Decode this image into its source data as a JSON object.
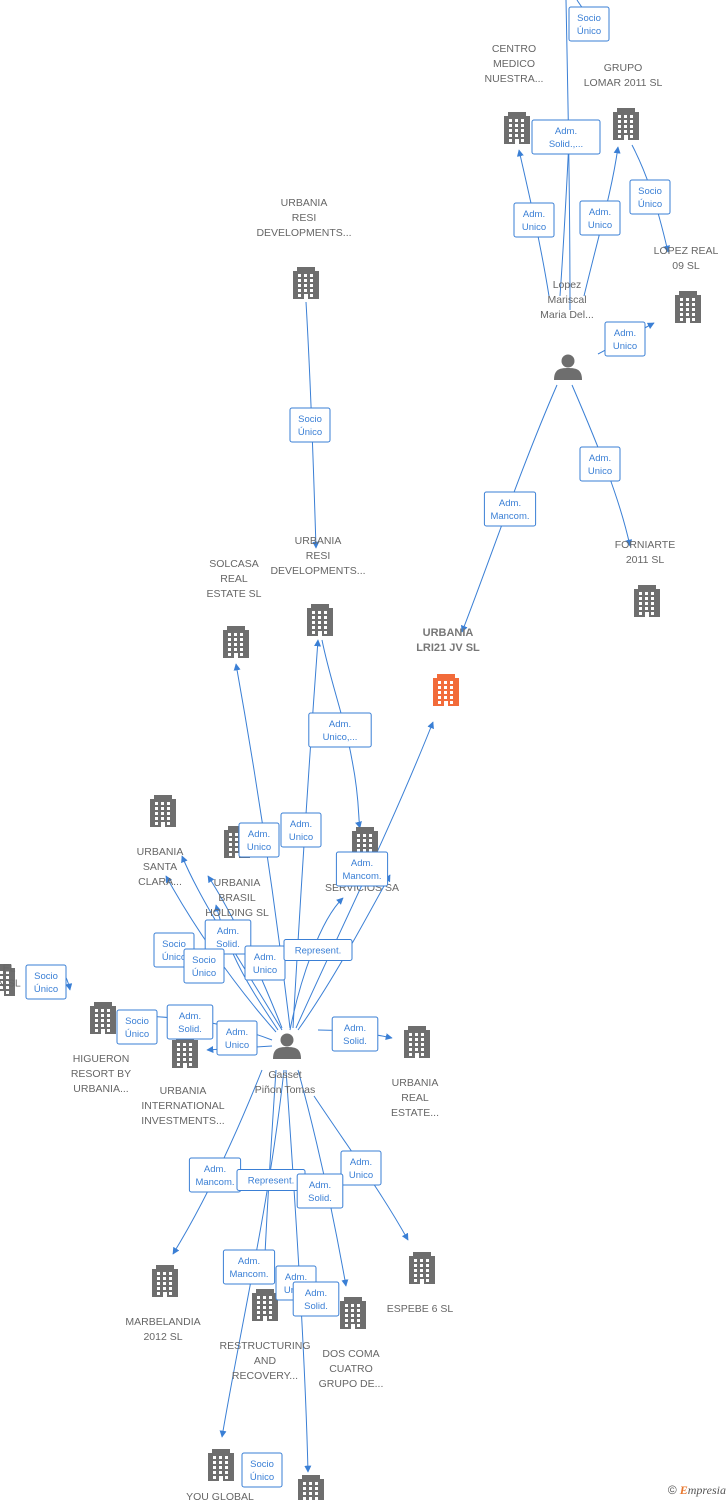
{
  "colors": {
    "company": "#6e6e6e",
    "focus": "#f26b3a",
    "person": "#6e6e6e",
    "edge": "#3a7fd5"
  },
  "nodes": [
    {
      "id": "centro",
      "type": "company",
      "lines": [
        "CENTRO",
        "MEDICO",
        "NUESTRA..."
      ]
    },
    {
      "id": "lomar",
      "type": "company",
      "lines": [
        "GRUPO",
        "LOMAR 2011 SL"
      ]
    },
    {
      "id": "lopez09",
      "type": "company",
      "lines": [
        "LOPEZ REAL",
        "09 SL"
      ]
    },
    {
      "id": "lopezp",
      "type": "person",
      "lines": [
        "Lopez",
        "Mariscal",
        "Maria Del..."
      ]
    },
    {
      "id": "resi1",
      "type": "company",
      "lines": [
        "URBANIA",
        "RESI",
        "DEVELOPMENTS..."
      ]
    },
    {
      "id": "forniarte",
      "type": "company",
      "lines": [
        "FORNIARTE",
        "2011 SL"
      ]
    },
    {
      "id": "solcasa",
      "type": "company",
      "lines": [
        "SOLCASA",
        "REAL",
        "ESTATE  SL"
      ]
    },
    {
      "id": "resi2",
      "type": "company",
      "lines": [
        "URBANIA",
        "RESI",
        "DEVELOPMENTS..."
      ]
    },
    {
      "id": "lri21",
      "type": "focus",
      "lines": [
        "URBANIA",
        "LRI21 JV  SL"
      ]
    },
    {
      "id": "santa",
      "type": "company",
      "lines": [
        "URBANIA",
        "SANTA",
        "CLARA..."
      ]
    },
    {
      "id": "brasil",
      "type": "company",
      "lines": [
        "URBANIA",
        "BRASIL",
        "HOLDING  SL"
      ]
    },
    {
      "id": "servicios",
      "type": "company",
      "lines": [
        "I",
        "SERVICIOS SA"
      ]
    },
    {
      "id": "elsl",
      "type": "company",
      "lines": [
        "EL",
        "N  SL"
      ]
    },
    {
      "id": "higueron",
      "type": "company",
      "lines": [
        "HIGUERON",
        "RESORT BY",
        "URBANIA..."
      ]
    },
    {
      "id": "intl",
      "type": "company",
      "lines": [
        "URBANIA",
        "INTERNATIONAL",
        "INVESTMENTS..."
      ]
    },
    {
      "id": "gasset",
      "type": "person",
      "lines": [
        "Gasset",
        "Piñon Tomas"
      ]
    },
    {
      "id": "realestate",
      "type": "company",
      "lines": [
        "URBANIA",
        "REAL",
        "ESTATE..."
      ]
    },
    {
      "id": "marbelandia",
      "type": "company",
      "lines": [
        "MARBELANDIA",
        "2012 SL"
      ]
    },
    {
      "id": "restructuring",
      "type": "company",
      "lines": [
        "RESTRUCTURING",
        "AND",
        "RECOVERY..."
      ]
    },
    {
      "id": "doscoma",
      "type": "company",
      "lines": [
        "DOS COMA",
        "CUATRO",
        "GRUPO DE..."
      ]
    },
    {
      "id": "espebe",
      "type": "company",
      "lines": [
        "ESPEBE 6  SL"
      ]
    },
    {
      "id": "youglobal",
      "type": "company",
      "lines": [
        "YOU GLOBAL"
      ]
    },
    {
      "id": "bottom",
      "type": "company",
      "lines": []
    }
  ],
  "edge_labels": [
    {
      "id": "top",
      "lines": [
        "Socio",
        "Único"
      ]
    },
    {
      "id": "centro_solid",
      "lines": [
        "Adm.",
        "Solid.,..."
      ]
    },
    {
      "id": "lomar_socio",
      "lines": [
        "Socio",
        "Único"
      ]
    },
    {
      "id": "centro_adm",
      "lines": [
        "Adm.",
        "Unico"
      ]
    },
    {
      "id": "lomar_adm",
      "lines": [
        "Adm.",
        "Unico"
      ]
    },
    {
      "id": "lopez09_adm",
      "lines": [
        "Adm.",
        "Unico"
      ]
    },
    {
      "id": "resi_socio",
      "lines": [
        "Socio",
        "Único"
      ]
    },
    {
      "id": "forniarte_adm",
      "lines": [
        "Adm.",
        "Unico"
      ]
    },
    {
      "id": "lri21_mancom",
      "lines": [
        "Adm.",
        "Mancom."
      ]
    },
    {
      "id": "resi2_adm",
      "lines": [
        "Adm.",
        "Unico,..."
      ]
    },
    {
      "id": "solcasa_adm",
      "lines": [
        "Adm.",
        "Unico"
      ]
    },
    {
      "id": "resi2_adm2",
      "lines": [
        "Adm.",
        "Unico"
      ]
    },
    {
      "id": "servicios_mancom",
      "lines": [
        "Adm.",
        "Mancom."
      ]
    },
    {
      "id": "santa_socio",
      "lines": [
        "Socio",
        "Único"
      ]
    },
    {
      "id": "brasil_solid",
      "lines": [
        "Adm.",
        "Solid."
      ]
    },
    {
      "id": "brasil_socio",
      "lines": [
        "Socio",
        "Único"
      ]
    },
    {
      "id": "adm_unico_mid",
      "lines": [
        "Adm.",
        "Unico"
      ]
    },
    {
      "id": "represent",
      "lines": [
        "Represent."
      ]
    },
    {
      "id": "elsl_socio",
      "lines": [
        "Socio",
        "Único"
      ]
    },
    {
      "id": "higueron_socio",
      "lines": [
        "Socio",
        "Único"
      ]
    },
    {
      "id": "intl_solid",
      "lines": [
        "Adm.",
        "Solid."
      ]
    },
    {
      "id": "intl_adm",
      "lines": [
        "Adm.",
        "Unico"
      ]
    },
    {
      "id": "realestate_solid",
      "lines": [
        "Adm.",
        "Solid."
      ]
    },
    {
      "id": "marbelandia_mancom",
      "lines": [
        "Adm.",
        "Mancom."
      ]
    },
    {
      "id": "represent2",
      "lines": [
        "Represent."
      ]
    },
    {
      "id": "espebe_adm",
      "lines": [
        "Adm.",
        "Unico"
      ]
    },
    {
      "id": "doscoma_solid",
      "lines": [
        "Adm.",
        "Solid."
      ]
    },
    {
      "id": "restructuring_mancom",
      "lines": [
        "Adm.",
        "Mancom."
      ]
    },
    {
      "id": "restructuring_adm",
      "lines": [
        "Adm.",
        "Unico"
      ]
    },
    {
      "id": "restructuring_solid",
      "lines": [
        "Adm.",
        "Solid."
      ]
    },
    {
      "id": "youglobal_socio",
      "lines": [
        "Socio",
        "Único"
      ]
    }
  ],
  "footer": {
    "copyright_symbol": "©",
    "brand_initial": "E",
    "brand_rest": "mpresia"
  }
}
